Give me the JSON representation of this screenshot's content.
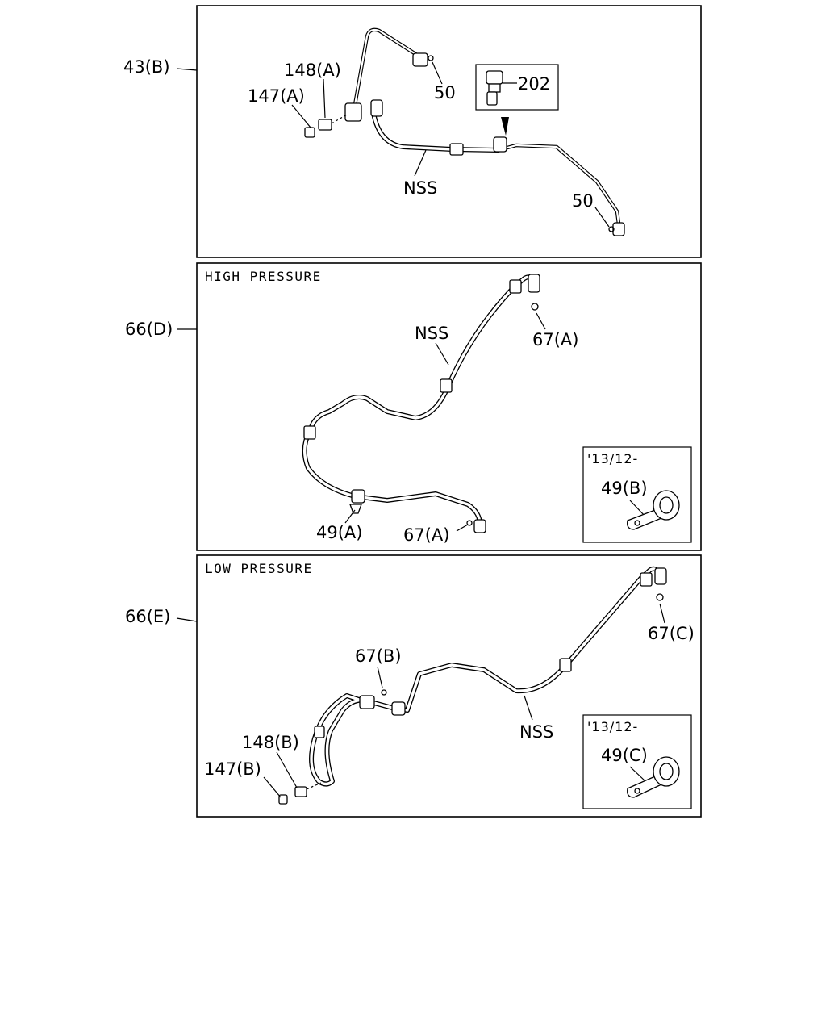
{
  "panels": [
    {
      "ref": "43(B)",
      "header": "",
      "labels": {
        "p148": "148(A)",
        "p147": "147(A)",
        "p50a": "50",
        "p202": "202",
        "nss": "NSS",
        "p50b": "50"
      }
    },
    {
      "ref": "66(D)",
      "header": "HIGH PRESSURE",
      "labels": {
        "nss": "NSS",
        "p67a1": "67(A)",
        "p49a": "49(A)",
        "p67a2": "67(A)"
      },
      "inset": {
        "date": "'13/12-",
        "label": "49(B)"
      }
    },
    {
      "ref": "66(E)",
      "header": "LOW PRESSURE",
      "labels": {
        "p67b": "67(B)",
        "p67c": "67(C)",
        "nss": "NSS",
        "p148": "148(B)",
        "p147": "147(B)"
      },
      "inset": {
        "date": "'13/12-",
        "label": "49(C)"
      }
    }
  ]
}
